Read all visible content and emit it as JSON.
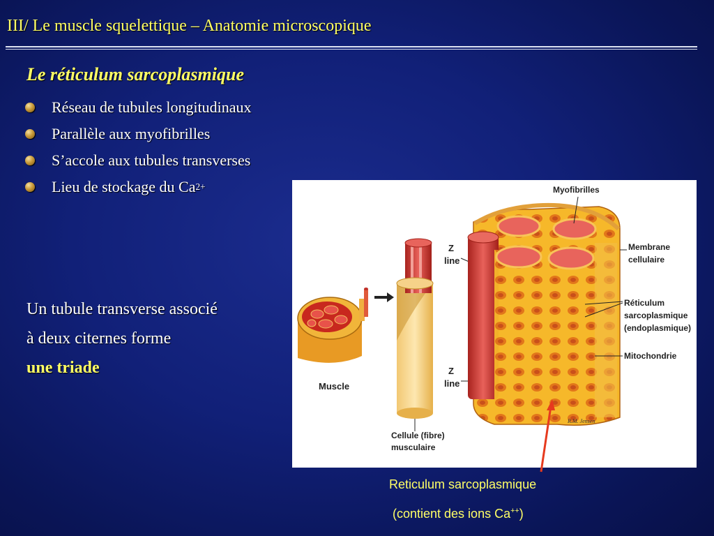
{
  "header": {
    "title": "III/ Le muscle squelettique – Anatomie microscopique"
  },
  "section": {
    "subtitle": "Le réticulum sarcoplasmique"
  },
  "bullets": [
    {
      "text": "Réseau de tubules longitudinaux"
    },
    {
      "text": "Parallèle aux myofibrilles"
    },
    {
      "text": "S’accole aux tubules transverses"
    },
    {
      "text": "Lieu de stockage du Ca",
      "sup": "2+"
    }
  ],
  "paragraph": {
    "line1": "Un tubule transverse associé",
    "line2": "à deux citernes forme",
    "highlight": "une triade"
  },
  "figure": {
    "labels": {
      "myofibrilles": "Myofibrilles",
      "membrane_1": "Membrane",
      "membrane_2": "cellulaire",
      "reticulum_1": "Réticulum",
      "reticulum_2": "sarcoplasmique",
      "reticulum_3": "(endoplasmique)",
      "mitochondrie": "Mitochondrie",
      "z_top": "Z",
      "line_top": "line",
      "z_bottom": "Z",
      "line_bottom": "line",
      "muscle": "Muscle",
      "cellule_1": "Cellule (fibre)",
      "cellule_2": "musculaire",
      "signature": "R.M. Jensen"
    }
  },
  "caption": {
    "line1": "Reticulum sarcoplasmique",
    "line2_prefix": "(contient des ions Ca",
    "line2_sup": "++",
    "line2_suffix": ")"
  },
  "colors": {
    "accent_yellow": "#ffff66",
    "arrow_red": "#e63a1e",
    "background": "#112078"
  }
}
